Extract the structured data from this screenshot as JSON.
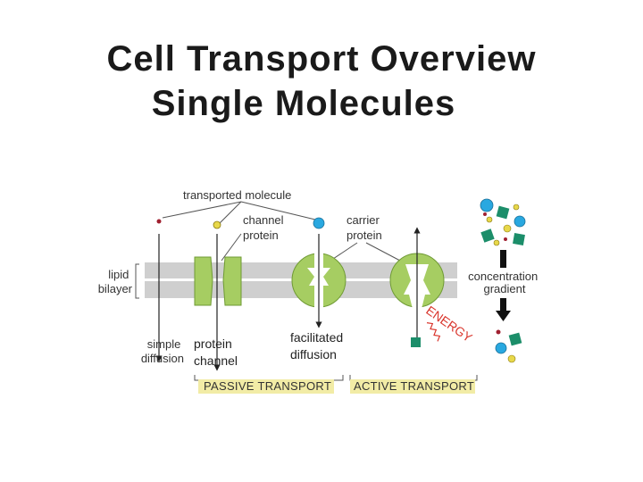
{
  "slide": {
    "title_line1": "Cell Transport Overview",
    "title_line2": "Single Molecules"
  },
  "diagram": {
    "transported_molecule": "transported molecule",
    "channel_protein": [
      "channel",
      "protein"
    ],
    "carrier_protein": [
      "carrier",
      "protein"
    ],
    "lipid_bilayer": [
      "lipid",
      "bilayer"
    ],
    "concentration_gradient": [
      "concentration",
      "gradient"
    ],
    "simple_diffusion": [
      "simple",
      "diffusion"
    ],
    "protein_channel": [
      "protein",
      "channel"
    ],
    "facilitated_diffusion": [
      "facilitated",
      "diffusion"
    ],
    "energy": "ENERGY",
    "passive_transport": "PASSIVE TRANSPORT",
    "active_transport": "ACTIVE TRANSPORT"
  },
  "colors": {
    "membrane": "#cfcfcf",
    "protein": "#a6cd62",
    "protein_stroke": "#6f9a34",
    "small_molecule": "#e8d84a",
    "ion": "#29a8e0",
    "square_molecule": "#1c8e6a",
    "label_box": "#f2eca6",
    "energy": "#d9342b"
  }
}
